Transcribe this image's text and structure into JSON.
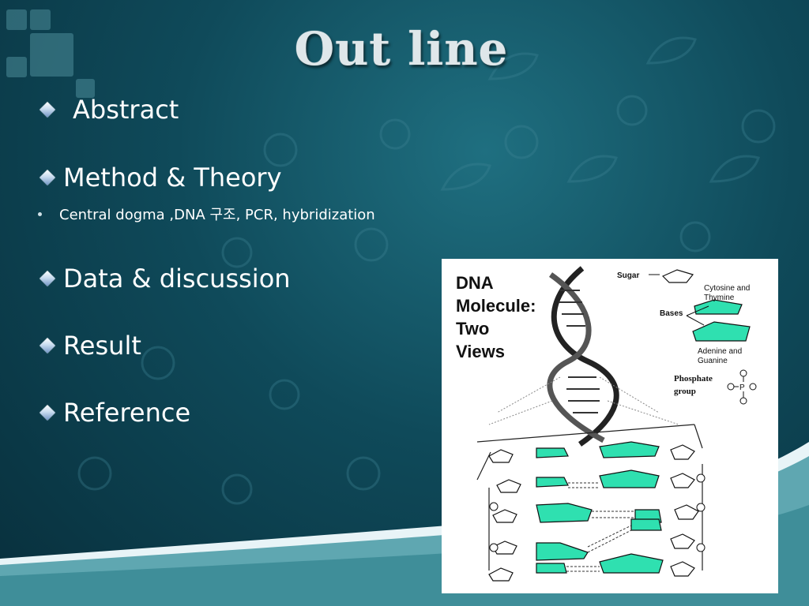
{
  "slide": {
    "title": "Out line",
    "items": [
      {
        "label": "Abstract"
      },
      {
        "label": "Method & Theory",
        "sub": "Central dogma ,DNA 구조, PCR, hybridization"
      },
      {
        "label": "Data & discussion"
      },
      {
        "label": "Result"
      },
      {
        "label": "Reference"
      }
    ]
  },
  "figure": {
    "title": "DNA\nMolecule:\nTwo\nViews",
    "labels": {
      "sugar": "Sugar",
      "cytosine": "Cytosine and Thymine",
      "bases": "Bases",
      "adenine": "Adenine and Guanine",
      "phosphate_line1": "Phosphate",
      "phosphate_line2": "group"
    }
  },
  "colors": {
    "background": "#0f4a5a",
    "accent": "#4c8d99",
    "base_fill": "#2fe0b0",
    "text": "#ffffff"
  }
}
